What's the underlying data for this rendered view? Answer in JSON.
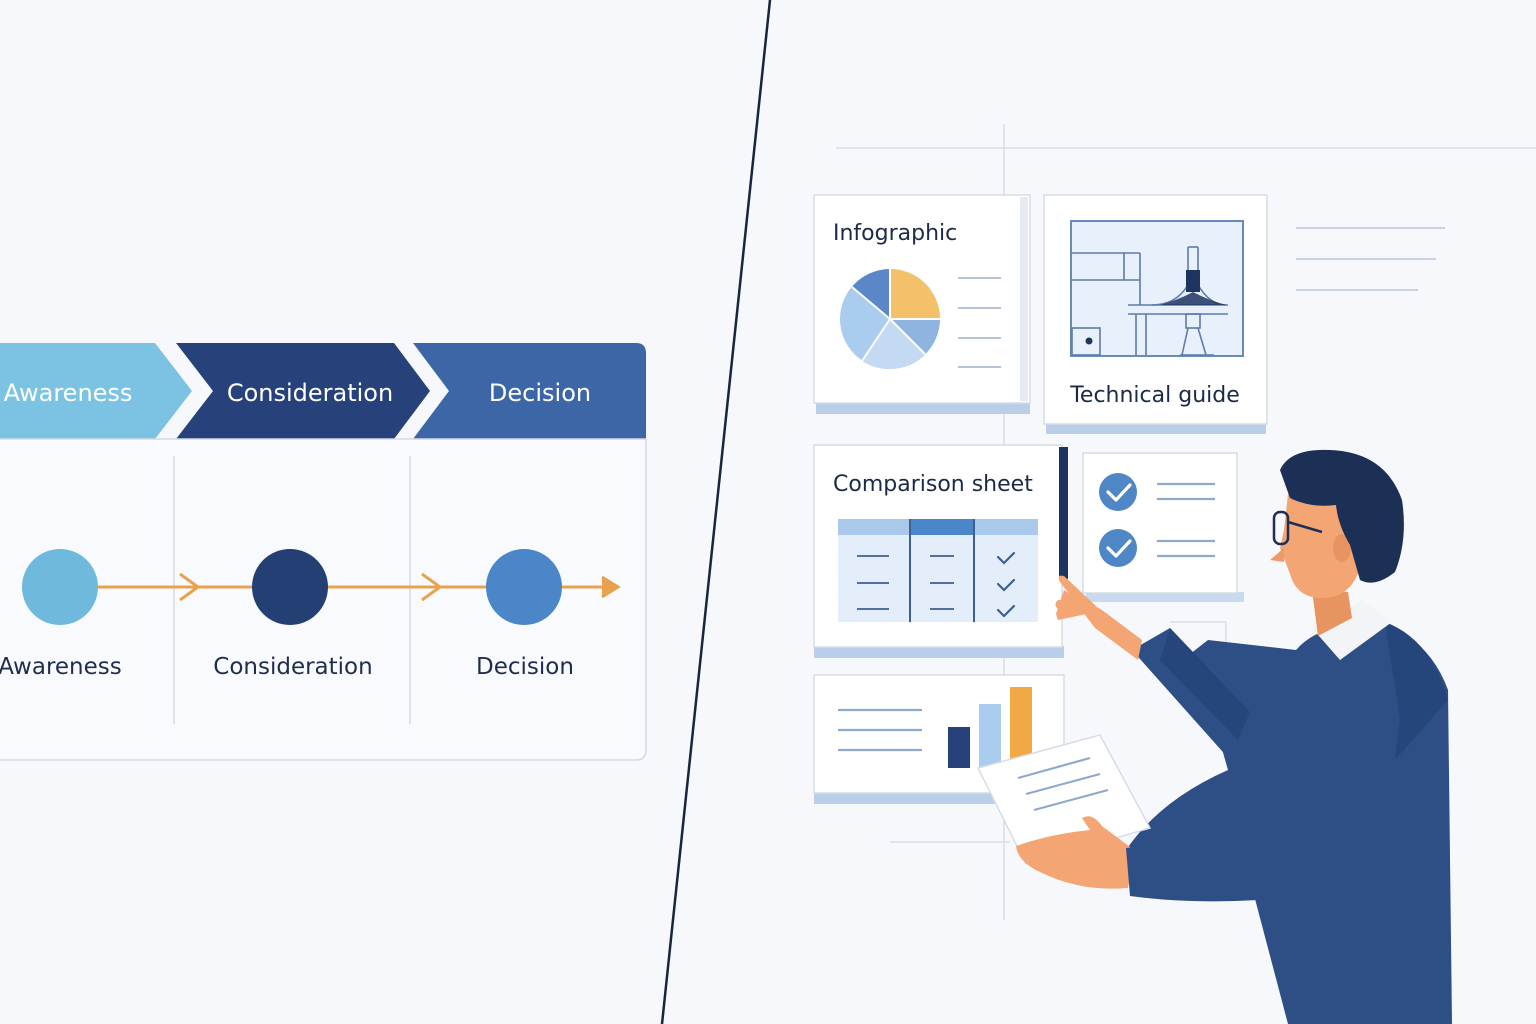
{
  "funnel": {
    "stages": [
      {
        "label": "Awareness",
        "color": "#7cc3e3"
      },
      {
        "label": "Consideration",
        "color": "#27427a"
      },
      {
        "label": "Decision",
        "color": "#3c66a6"
      }
    ],
    "timeline": [
      {
        "label": "Awareness",
        "color": "#6fb9dc"
      },
      {
        "label": "Consideration",
        "color": "#243f73"
      },
      {
        "label": "Decision",
        "color": "#4a86c8"
      }
    ],
    "arrow_color": "#e8a24f"
  },
  "assets": {
    "infographic": {
      "title": "Infographic"
    },
    "technical_guide": {
      "title": "Technical guide"
    },
    "comparison_sheet": {
      "title": "Comparison sheet"
    }
  },
  "colors": {
    "background": "#f7f8fc",
    "navy": "#1e3460",
    "suit": "#2e4f86",
    "skin": "#f4a574",
    "accent_orange": "#f0a945",
    "light_blue": "#a8c8ec"
  }
}
